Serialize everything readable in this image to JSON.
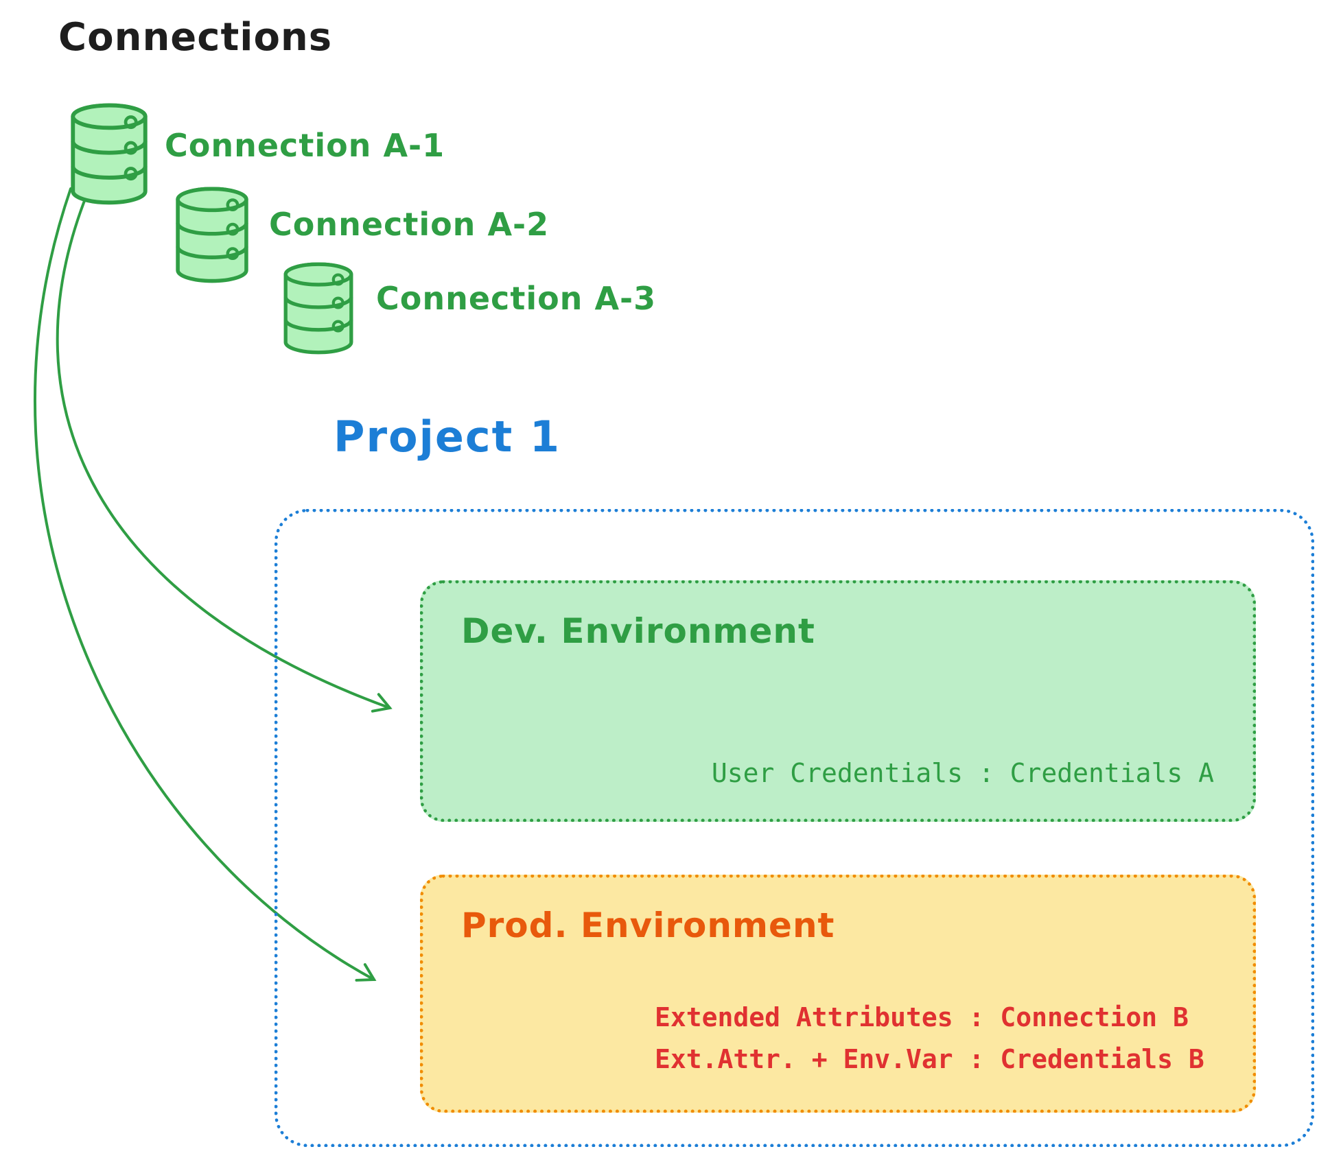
{
  "title": "Connections",
  "connections": [
    {
      "label": "Connection A-1",
      "icon": "database-cylinder"
    },
    {
      "label": "Connection A-2",
      "icon": "database-cylinder"
    },
    {
      "label": "Connection A-3",
      "icon": "database-cylinder"
    }
  ],
  "project": {
    "title": "Project 1",
    "dev_environment": {
      "title": "Dev. Environment",
      "credentials_line": "User Credentials : Credentials A"
    },
    "prod_environment": {
      "title": "Prod. Environment",
      "lines": [
        "Extended Attributes : Connection B",
        "Ext.Attr. + Env.Var : Credentials B"
      ]
    }
  },
  "colors": {
    "green": "#2f9e44",
    "green_fill": "#b2f2bb",
    "blue": "#1c7ed6",
    "orange_border": "#f08c00",
    "orange_text": "#e8590c",
    "yellow_fill": "#ffec99",
    "red": "#e03131",
    "black": "#1e1e1e"
  }
}
